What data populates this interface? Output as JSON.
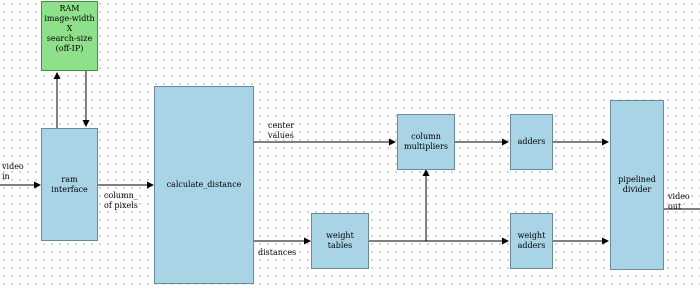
{
  "blocks": {
    "ram": "RAM\nimage-width\nX\nsearch-size\n(off-IP)",
    "ram_interface": "ram\ninterface",
    "calculate_distance": "calculate_distance",
    "weight_tables": "weight\ntables",
    "column_multipliers": "column\nmultipliers",
    "adders": "adders",
    "weight_adders": "weight\nadders",
    "pipelined_divider": "pipelined\ndivider"
  },
  "labels": {
    "video_in": "video\nin",
    "column_of_pixels": "column_\nof pixels",
    "center_values": "center\nvalues",
    "distances": "distances",
    "video_out": "video\nout"
  },
  "colors": {
    "block_fill": "#a9d4e6",
    "ram_fill": "#8ee08a",
    "line": "#000000"
  }
}
